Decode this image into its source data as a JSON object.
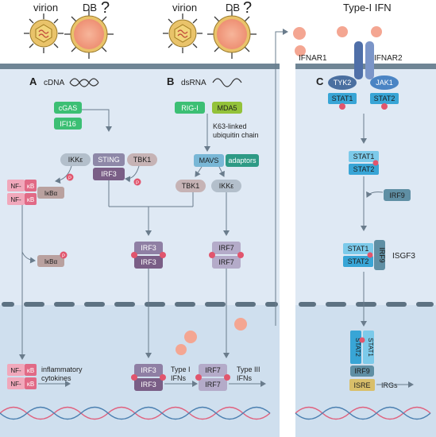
{
  "top": {
    "virion1": "virion",
    "db1": "DB",
    "q1": "?",
    "virion2": "virion",
    "db2": "DB",
    "q2": "?",
    "ifn_title": "Type-I IFN"
  },
  "panel_a": {
    "letter": "A",
    "title": "cDNA",
    "cgas": "cGAS",
    "ifi16": "IFI16",
    "ikke": "IKKε",
    "sting": "STING",
    "tbk1": "TBK1",
    "irf3": "IRF3",
    "nfkb_nf": "NF-",
    "nfkb_kb": "κB",
    "ikba": "IκBα",
    "p": "P",
    "inflam_1": "inflammatory",
    "inflam_2": "cytokines"
  },
  "panel_b": {
    "letter": "B",
    "title": "dsRNA",
    "rigi": "RIG-I",
    "mda5": "MDA5",
    "k63_1": "K63-linked",
    "k63_2": "ubiquitin chain",
    "mavs": "MAVS",
    "adaptors": "adaptors",
    "tbk1": "TBK1",
    "ikke": "IKKε",
    "irf3": "IRF3",
    "irf7": "IRF7",
    "type1_1": "Type I",
    "type1_2": "IFNs",
    "type3_1": "Type III",
    "type3_2": "IFNs"
  },
  "panel_c": {
    "letter": "C",
    "ifnar1": "IFNAR1",
    "ifnar2": "IFNAR2",
    "tyk2": "TYK2",
    "jak1": "JAK1",
    "stat1": "STAT1",
    "stat2": "STAT2",
    "irf9": "IRF9",
    "isgf3": "ISGF3",
    "isre": "ISRE",
    "irgs": "IRGs"
  },
  "colors": {
    "cytoplasm": "#dde8f3",
    "nucleus": "#cbdcec",
    "membrane": "#6f8595",
    "green": "#3cbf74",
    "sting": "#8e88a8",
    "irf": "#8f7fa4",
    "irf3_dark": "#7a5e86",
    "irf7": "#b4abc9",
    "nfkb": "#e16a86",
    "ikba": "#b9a19f",
    "tbk1": "#c6b3b5",
    "ikke": "#b3bfcb",
    "mavs": "#79b7d6",
    "adaptors": "#2e9a85",
    "stat": "#38a5d6",
    "irf9": "#5f8fa4",
    "isre": "#d9bf6a",
    "p": "#e1556d",
    "ifn": "#f3a48f"
  }
}
